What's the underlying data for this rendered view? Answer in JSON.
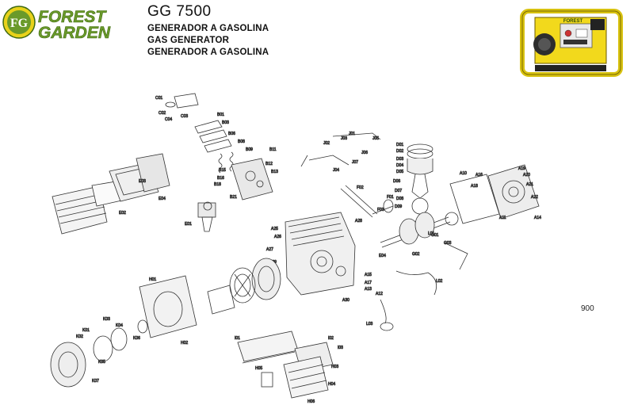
{
  "brand": {
    "name_line1": "FOREST",
    "name_line2": "GARDEN",
    "badge_text": "FG",
    "colors": {
      "green": "#6a9a2a",
      "green_dark": "#3f6a12",
      "yellow": "#e8d21a"
    }
  },
  "header": {
    "model": "GG 7500",
    "line1": "GENERADOR A GASOLINA",
    "line2": "GAS GENERATOR",
    "line3": "GENERADOR A GASOLINA"
  },
  "page_number": "900",
  "part_labels": {
    "c01": "C01",
    "c02": "C02",
    "c03": "C03",
    "c04": "C04",
    "b01": "B01",
    "b03": "B03",
    "b06": "B06",
    "b08": "B08",
    "b09": "B09",
    "b11": "B11",
    "b12": "B12",
    "b13": "B13",
    "b15": "B15",
    "b16": "B16",
    "b18": "B18",
    "b21": "B21",
    "j01": "J01",
    "j02": "J02",
    "j03": "J03",
    "j04": "J04",
    "j05": "J05",
    "j06": "J06",
    "j07": "J07",
    "d01": "D01",
    "d02": "D02",
    "d03": "D03",
    "d04": "D04",
    "d05": "D05",
    "d06": "D06",
    "d07": "D07",
    "d08": "D08",
    "d09": "D09",
    "a10": "A10",
    "a11": "A11",
    "a12": "A12",
    "a13": "A13",
    "a14": "A14",
    "a15": "A15",
    "a16": "A16",
    "a17": "A17",
    "a18": "A18",
    "a19": "A19",
    "a20": "A20",
    "a21": "A21",
    "a22": "A22",
    "a25": "A25",
    "a26": "A26",
    "a27": "A27",
    "a28": "A28",
    "a29": "A29",
    "a30": "A30",
    "e01": "E01",
    "e02": "E02",
    "e03": "E03",
    "e04": "E04",
    "f01": "F01",
    "f02": "F02",
    "f03": "F03",
    "g01": "G01",
    "g02": "G02",
    "g03": "G03",
    "k01": "K01",
    "k02": "K02",
    "k03": "K03",
    "k04": "K04",
    "k05": "K05",
    "k06": "K06",
    "k07": "K07",
    "h01": "H01",
    "h02": "H02",
    "h03": "H03",
    "h04": "H04",
    "h05": "H05",
    "h06": "H06",
    "l01": "L01",
    "l02": "L02",
    "l03": "L03",
    "i01": "I01",
    "i02": "I02",
    "i03": "I03"
  }
}
